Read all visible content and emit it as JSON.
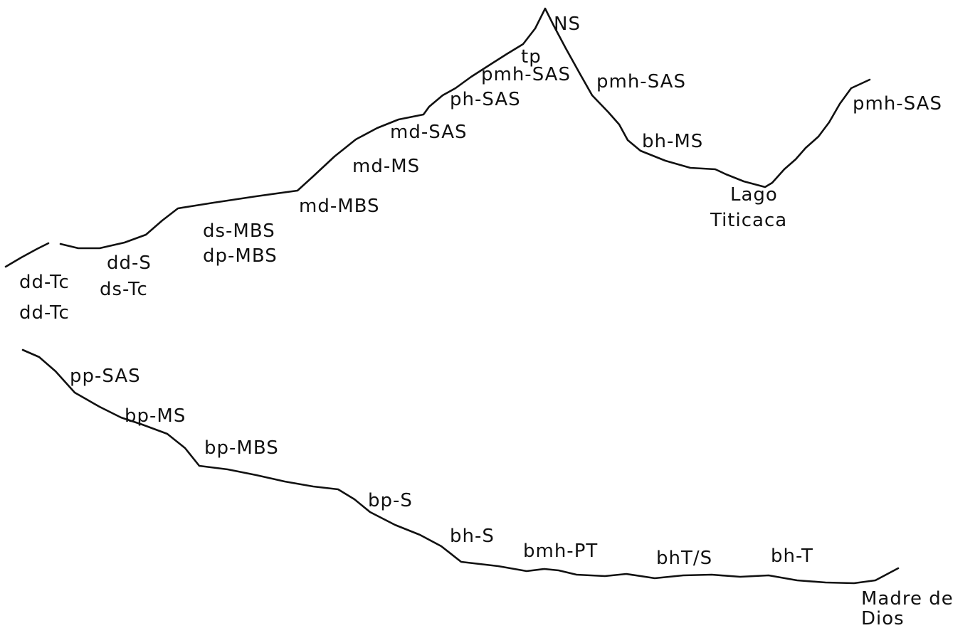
{
  "diagram": {
    "upper_profile": {
      "peak_label": "NS",
      "west_slope_labels": [
        "dd-Tc",
        "dd-Tc",
        "dd-S",
        "ds-Tc",
        "ds-MBS",
        "dp-MBS",
        "md-MBS",
        "md-MS",
        "md-SAS",
        "ph-SAS",
        "pmh-SAS",
        "tp"
      ],
      "east_slope_labels": [
        "pmh-SAS",
        "bh-MS",
        "pmh-SAS"
      ],
      "lake_label_line1": "Lago",
      "lake_label_line2": "Titicaca"
    },
    "lower_profile": {
      "labels": [
        "pp-SAS",
        "bp-MS",
        "bp-MBS",
        "bp-S",
        "bh-S",
        "bmh-PT",
        "bhT/S",
        "bh-T"
      ],
      "river_label_line1": "Madre de",
      "river_label_line2": "Dios"
    }
  }
}
